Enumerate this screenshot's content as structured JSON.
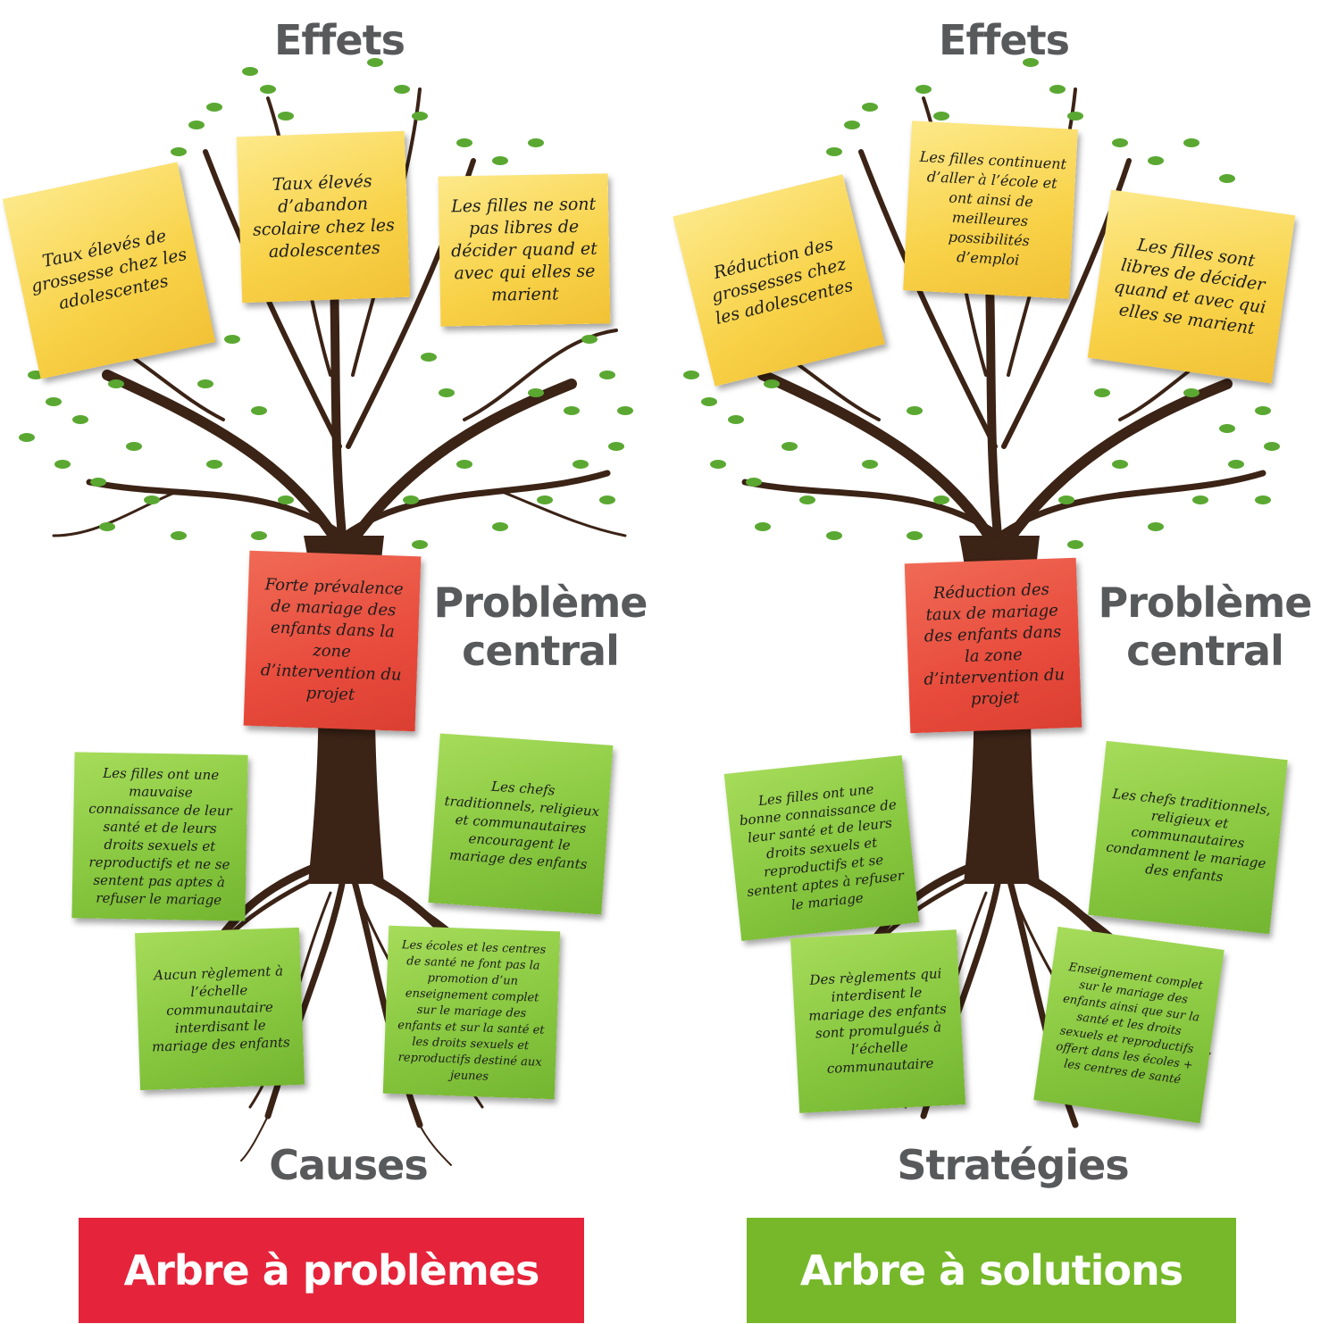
{
  "colors": {
    "problem_banner": "#e5243b",
    "solution_banner": "#76b82a",
    "note_yellow": "#f8d248",
    "note_red": "#e84b3c",
    "note_green": "#86c63e",
    "heading_gray": "#58595b",
    "trunk_brown": "#3b2316",
    "leaf_green": "#5aa832"
  },
  "problem_tree": {
    "effects_heading": "Effets",
    "central_heading": "Problème central",
    "bottom_heading": "Causes",
    "banner": "Arbre à problèmes",
    "effects": [
      "Taux élevés de grossesse chez les adolescentes",
      "Taux élevés d’abandon scolaire chez les adolescentes",
      "Les filles ne sont pas libres de décider quand et avec qui elles se marient"
    ],
    "central": "Forte prévalence de mariage des enfants dans la zone d’intervention du projet",
    "roots": [
      "Les filles ont une mauvaise connaissance de leur santé et de leurs droits sexuels et reproductifs et ne se sentent pas aptes à refuser le mariage",
      "Les chefs traditionnels, religieux et communautaires encouragent le mariage des enfants",
      "Aucun règlement à l’échelle communautaire interdisant le mariage des enfants",
      "Les écoles et les centres de santé ne font pas la promotion d’un enseignement complet sur le mariage des enfants et sur la santé et les droits sexuels et reproductifs destiné aux jeunes"
    ]
  },
  "solution_tree": {
    "effects_heading": "Effets",
    "central_heading": "Problème central",
    "bottom_heading": "Stratégies",
    "banner": "Arbre à solutions",
    "effects": [
      "Réduction des grossesses chez les adolescentes",
      "Les filles continuent d’aller à l’école et ont ainsi de meilleures possibilités d’emploi",
      "Les filles sont libres de décider quand et avec qui elles se marient"
    ],
    "central": "Réduction des taux de mariage des enfants dans la zone d’intervention du projet",
    "roots": [
      "Les filles ont une bonne connaissance de leur santé et de leurs droits sexuels et reproductifs et se sentent aptes à refuser le mariage",
      "Les chefs traditionnels, religieux et communautaires condamnent le mariage des enfants",
      "Des règlements qui interdisent le mariage des enfants sont promulgués à l’échelle communautaire",
      "Enseignement complet sur le mariage des enfants ainsi que sur la santé et les droits sexuels et reproductifs offert dans les écoles + les centres de santé"
    ]
  }
}
